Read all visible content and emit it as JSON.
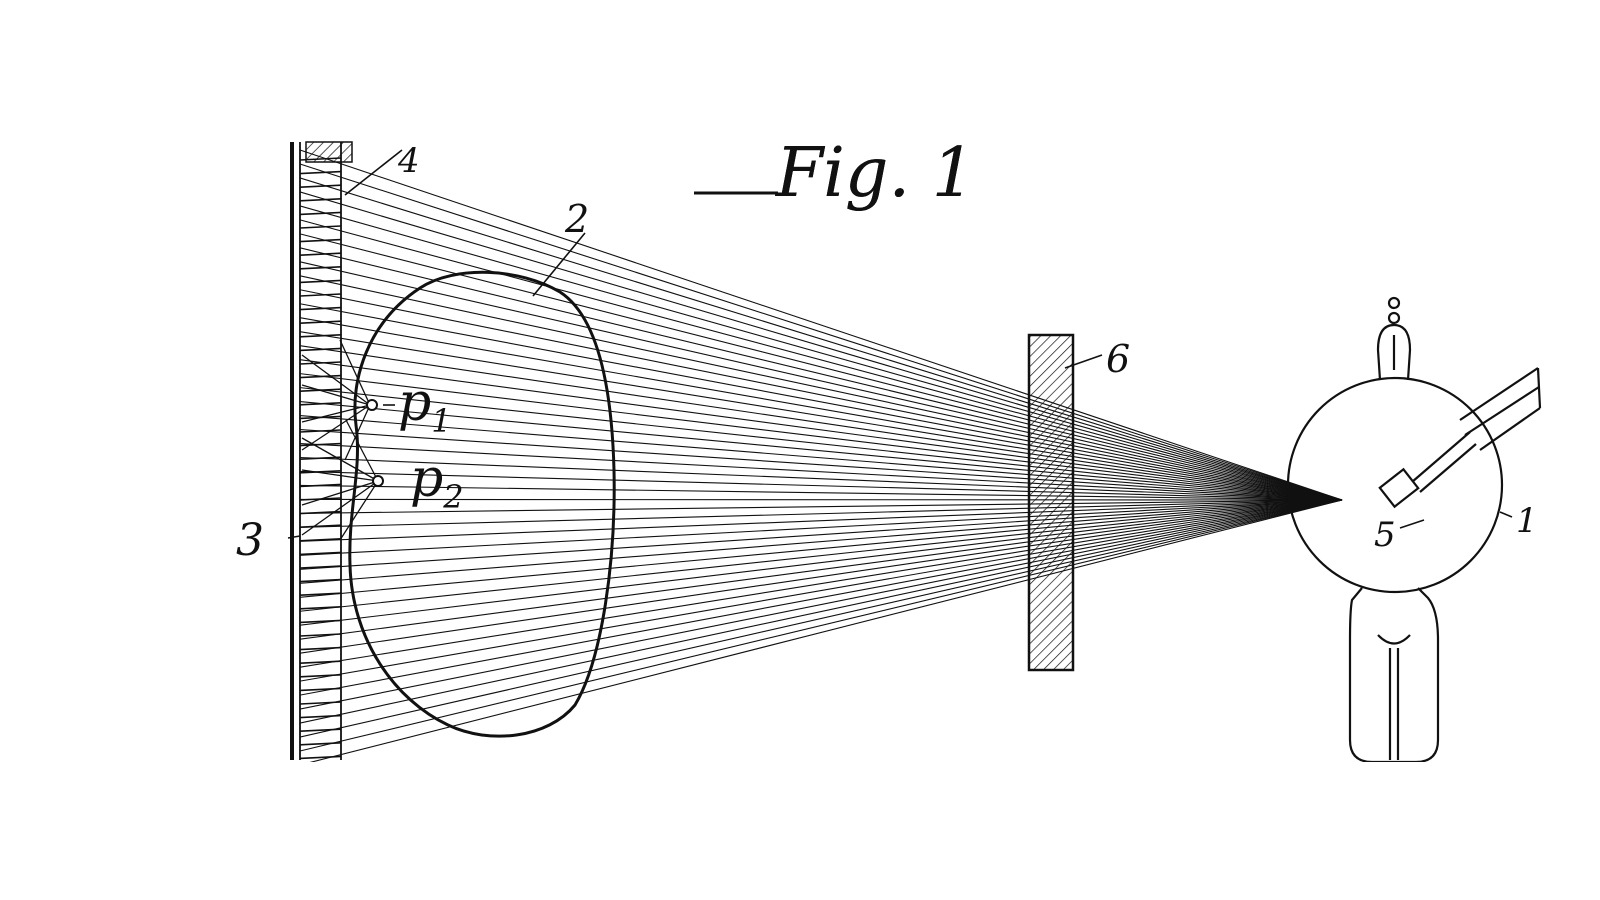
{
  "figure": {
    "title": "Fig. 1",
    "labels": {
      "tube": "1",
      "object": "2",
      "screen": "3",
      "grid": "4",
      "anode": "5",
      "filter": "6",
      "p1": "p",
      "p1_sub": "1",
      "p2": "p",
      "p2_sub": "2"
    }
  }
}
